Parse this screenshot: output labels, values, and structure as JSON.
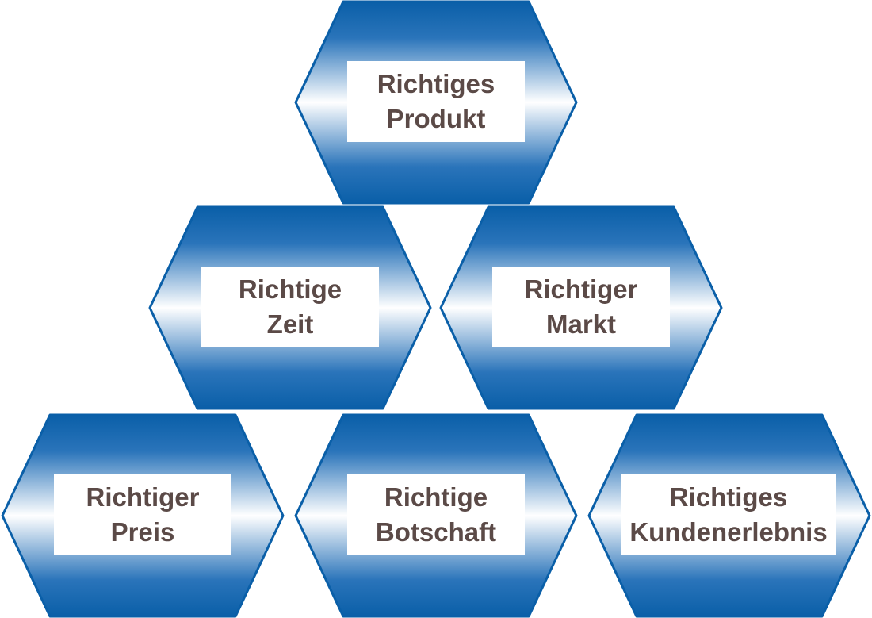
{
  "colors": {
    "hex_dark": "#0a5fa8",
    "hex_mid": "#4f8ccc",
    "hex_light": "#ffffff",
    "label_text": "#5b4a47",
    "label_bg": "#ffffff"
  },
  "items": {
    "product": {
      "line1": "Richtiges",
      "line2": "Produkt"
    },
    "time": {
      "line1": "Richtige",
      "line2": "Zeit"
    },
    "market": {
      "line1": "Richtiger",
      "line2": "Markt"
    },
    "price": {
      "line1": "Richtiger",
      "line2": "Preis"
    },
    "message": {
      "line1": "Richtige",
      "line2": "Botschaft"
    },
    "cx": {
      "line1": "Richtiges",
      "line2": "Kundenerlebnis"
    }
  }
}
